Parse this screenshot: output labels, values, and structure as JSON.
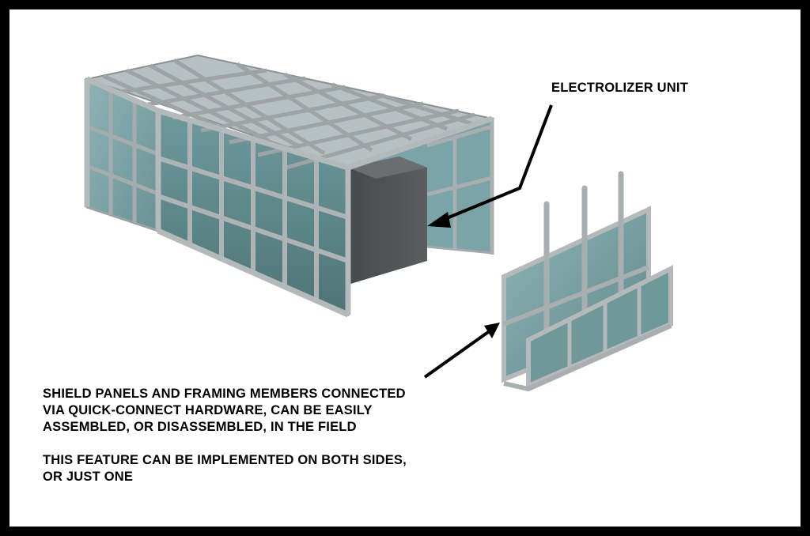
{
  "labels": {
    "electrolizer_unit": "ELECTROLIZER UNIT"
  },
  "callout": {
    "paragraph1_lines": [
      "SHIELD PANELS AND FRAMING MEMBERS CONNECTED",
      "VIA QUICK-CONNECT HARDWARE, CAN BE EASILY",
      "ASSEMBLED, OR DISASSEMBLED, IN THE FIELD"
    ],
    "paragraph2_lines": [
      "THIS FEATURE CAN BE IMPLEMENTED ON BOTH SIDES,",
      "OR JUST ONE"
    ]
  },
  "colors": {
    "frame_border": "#000000",
    "background": "#ffffff",
    "frame_member": "#a9adb0",
    "frame_member_dark": "#7d8285",
    "glass": "#5f8a8d",
    "glass_light": "#87aeb1",
    "unit_box": "#505457",
    "arrow": "#000000"
  }
}
